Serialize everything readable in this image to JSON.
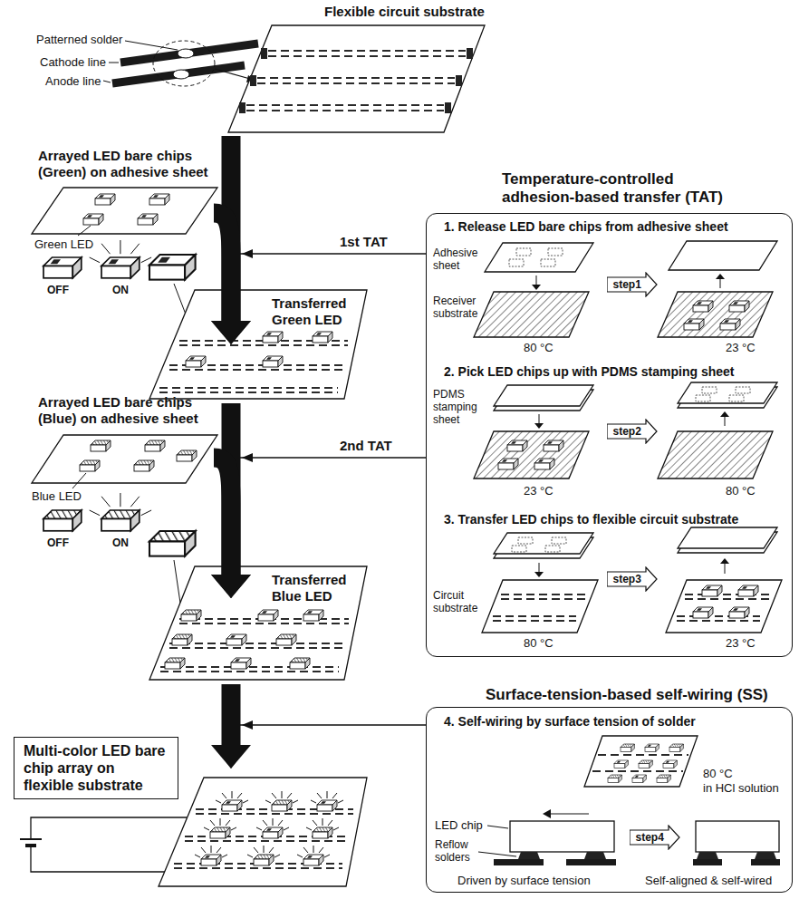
{
  "diagram": {
    "nodes": [
      {
        "text": [
          "Flexible circuit substrate"
        ]
      },
      {
        "text": [
          "Arrayed LED bare chips (Green) on adhesive sheet"
        ]
      },
      {
        "text": [
          "Transferred Green LED"
        ]
      },
      {
        "text": [
          "Arrayed LED bare chips (Blue) on adhesive sheet"
        ]
      },
      {
        "text": [
          "Transferred Blue LED"
        ]
      },
      {
        "text": [
          "Multi-color LED bare chip array on flexible substrate"
        ]
      },
      {
        "text": [
          "Temperature-controlled adhesion-based transfer (TAT)"
        ]
      },
      {
        "text": [
          "step1"
        ],
        "in": 6
      },
      {
        "text": [
          "step2"
        ],
        "in": 6
      },
      {
        "text": [
          "step3"
        ],
        "in": 6
      },
      {
        "text": [
          "Surface-tension-based self-wiring (SS)"
        ]
      },
      {
        "text": [
          "step4"
        ],
        "in": 10
      }
    ],
    "edges": [
      {
        "from": 0,
        "to": 2,
        "arrow": "to"
      },
      {
        "from": 1,
        "to": 2,
        "arrow": "to"
      },
      {
        "from": 6,
        "to": 2,
        "label": "1st TAT",
        "arrow": "to"
      },
      {
        "from": 2,
        "to": 4,
        "arrow": "to"
      },
      {
        "from": 3,
        "to": 4,
        "arrow": "to"
      },
      {
        "from": 6,
        "to": 4,
        "label": "2nd TAT",
        "arrow": "to"
      },
      {
        "from": 4,
        "to": 5,
        "arrow": "to"
      },
      {
        "from": 10,
        "to": 5,
        "arrow": "to"
      }
    ],
    "labels": [
      "Patterned solder",
      "Cathode line",
      "Anode line",
      "Green LED",
      "OFF",
      "ON",
      "Blue LED",
      "OFF",
      "ON",
      "1. Release LED bare chips from adhesive sheet",
      "Adhesive sheet",
      "Receiver substrate",
      "80 °C",
      "23 °C",
      "2. Pick LED chips up with PDMS stamping sheet",
      "PDMS stamping sheet",
      "23 °C",
      "80 °C",
      "3. Transfer LED chips to flexible circuit substrate",
      "Circuit substrate",
      "80 °C",
      "23 °C",
      "4. Self-wiring by surface tension of solder",
      "80 °C",
      "in HCl solution",
      "LED chip",
      "Reflow solders",
      "Driven by surface tension",
      "Self-aligned & self-wired"
    ]
  }
}
